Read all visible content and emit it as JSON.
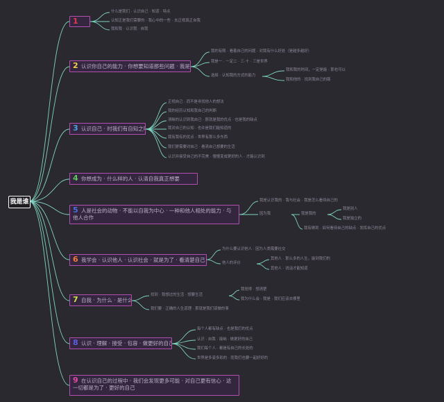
{
  "root": {
    "label": "我是谁"
  },
  "colors": {
    "connector": "#7fd6c2",
    "border": "#b34fb0",
    "node_bg": "#35263f",
    "background": "#2b2930",
    "n1": "#e23a4c",
    "n2": "#f3d24a",
    "n3": "#4aa3e0",
    "n4": "#5ec85a",
    "n5": "#4a6fe0",
    "n6": "#ef7a3a",
    "n7": "#d7e04a",
    "n8": "#5b5fe0",
    "n9": "#e24aa8"
  },
  "branches": [
    {
      "num": "1",
      "text": "",
      "leaves": [
        "什么是我们 · 认识自己 · 知道 · 特点",
        "认知正是我们需要的 · 我心中的一些 · 去正视真正自我",
        "我和我 · 认识我 · 自我"
      ]
    },
    {
      "num": "2",
      "text": "认识你自己的能力 · 你想要知道那些问题 · 我是谁呀",
      "leaves": [
        "我的有限 · 看着自己的问题 · 对我有什么好处（是越多越好）",
        "我是一 · 一定二 · 三·十 · 三是世界",
        "选择 · 认知我的方式的能力",
        "我和我的时间，一定是能 · 那也可以",
        "我和他的 · 找到我自己的路"
      ]
    },
    {
      "num": "3",
      "text": "认识自己 · 时我们有自知之明",
      "leaves": [
        "正视自己 · 而不是寻找他人的想法",
        "我的经历认知和我自己的判断",
        "清晰的认识到我自己 · 那就是我的优点 · 也是我的缺点",
        "我对自己的认知 · 也许是我们能知道的",
        "我有我有的优点 · 世界有那么多东西",
        "我们更需要对自己 · 看清自己想要的生活",
        "认识并接受自己的不完美 · 慢慢变成更好的人 · 才能认识到"
      ]
    },
    {
      "num": "4",
      "text": "你想成为 · 什么样的人 · 认清自我真正想要",
      "leaves": []
    },
    {
      "num": "5",
      "text": "人是社会的动物 · 不能以自我为中心 · 一种和他人相处的能力 · 与他人合作",
      "leaves": [
        "我是认识我的 · 我与社会 · 我是怎么看待自己的",
        "因为我",
        "我是我的",
        "我是别人",
        "我是独立的",
        "我有做到 · 如何看待自己的缺点 · 发挥自己的优点"
      ]
    },
    {
      "num": "6",
      "text": "我学会 · 认识他人 · 认识社会 · 就是为了 · 看清楚自己",
      "leaves": [
        "为什么要认识他人 · 因为人类需要社交",
        "他人的评价",
        "其他人 · 那么多的人生，能到我们的",
        "其他人 · 说话才能知道"
      ]
    },
    {
      "num": "7",
      "text": "自我 · 为什么 · 是什么",
      "leaves": [
        "找到 · 我想过的生活 · 想要生活",
        "我觉得 · 想清楚",
        "我为什么会 · 我是 · 我们应该去哪里",
        "我们要 · 正确的人生道理 · 那就是我们该做的事"
      ]
    },
    {
      "num": "8",
      "text": "认识 · 理解 · 接受 · 包容 · 做更好的自己",
      "leaves": [
        "每个人都有缺点 · 也是我们的优点",
        "认识 · 自我 · 接纳 · 做更好的自己",
        "我们每个人 · 都是有自己的长处的",
        "世界是多姿多彩的 · 而我们也要一起好好的"
      ]
    },
    {
      "num": "9",
      "text": "在认识自己的过程中 · 我们会发现更多可能 · 对自己更有信心 · 这一切都是为了 · 更好的自己",
      "leaves": []
    }
  ]
}
